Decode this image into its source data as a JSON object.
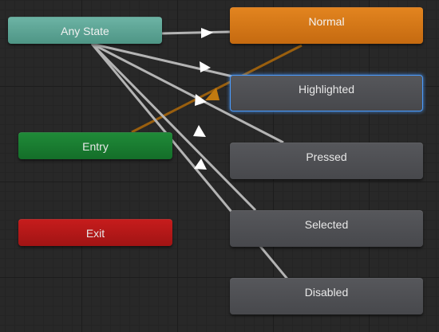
{
  "graph": {
    "nodes": {
      "any_state": "Any State",
      "entry": "Entry",
      "exit": "Exit",
      "normal": "Normal",
      "highlighted": "Highlighted",
      "pressed": "Pressed",
      "selected": "Selected",
      "disabled": "Disabled"
    },
    "colors": {
      "any_state": "#5fa597",
      "entry": "#1a7c31",
      "exit": "#b41818",
      "default_state": "#d47a18",
      "state": "#4e4f53",
      "selected_outline": "#4a9cff",
      "transition": "#b0b0b0",
      "default_transition": "#a06410",
      "background": "#282828"
    },
    "transitions": [
      {
        "from": "any_state",
        "to": "normal"
      },
      {
        "from": "any_state",
        "to": "highlighted"
      },
      {
        "from": "any_state",
        "to": "pressed"
      },
      {
        "from": "any_state",
        "to": "selected"
      },
      {
        "from": "any_state",
        "to": "disabled"
      },
      {
        "from": "entry",
        "to": "normal",
        "default": true
      }
    ]
  }
}
